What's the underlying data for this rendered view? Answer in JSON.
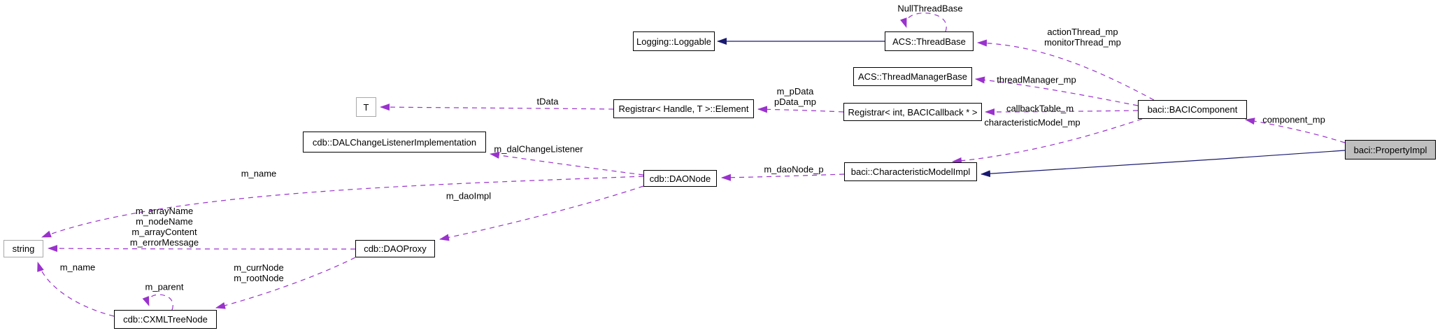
{
  "nodes": {
    "logging_loggable": "Logging::Loggable",
    "thread_base": "ACS::ThreadBase",
    "thread_manager_base": "ACS::ThreadManagerBase",
    "registrar_element": "Registrar< Handle, T >::Element",
    "t": "T",
    "registrar_int": "Registrar< int, BACICallback * >",
    "baci_component": "baci::BACIComponent",
    "property_impl": "baci::PropertyImpl",
    "dal_change_listener": "cdb::DALChangeListenerImplementation",
    "dao_node": "cdb::DAONode",
    "characteristic_model_impl": "baci::CharacteristicModelImpl",
    "string": "string",
    "dao_proxy": "cdb::DAOProxy",
    "cxml_tree_node": "cdb::CXMLTreeNode"
  },
  "edge_labels": {
    "null_thread_base": "NullThreadBase",
    "action_monitor_thread": "actionThread_mp\nmonitorThread_mp",
    "thread_manager": "threadManager_mp",
    "callback_table": "callbackTable_m",
    "characteristic_model": "characteristicModel_mp",
    "component": "component_mp",
    "pdata": "m_pData\npData_mp",
    "tdata": "tData",
    "dao_node_p": "m_daoNode_p",
    "dal_change_listener": "m_dalChangeListener",
    "dao_impl": "m_daoImpl",
    "name_from_daonode": "m_name",
    "string_members": "m_arrayName\nm_nodeName\nm_arrayContent\nm_errorMessage",
    "curr_root_node": "m_currNode\nm_rootNode",
    "name_from_treenode": "m_name",
    "parent": "m_parent"
  },
  "colors": {
    "usage_edge": "#9a32cd",
    "inheritance_edge": "#191970",
    "node_border": "#000000",
    "external_node_border": "#a8a8a8",
    "main_node_fill": "#bfbfbf",
    "background": "#ffffff"
  }
}
